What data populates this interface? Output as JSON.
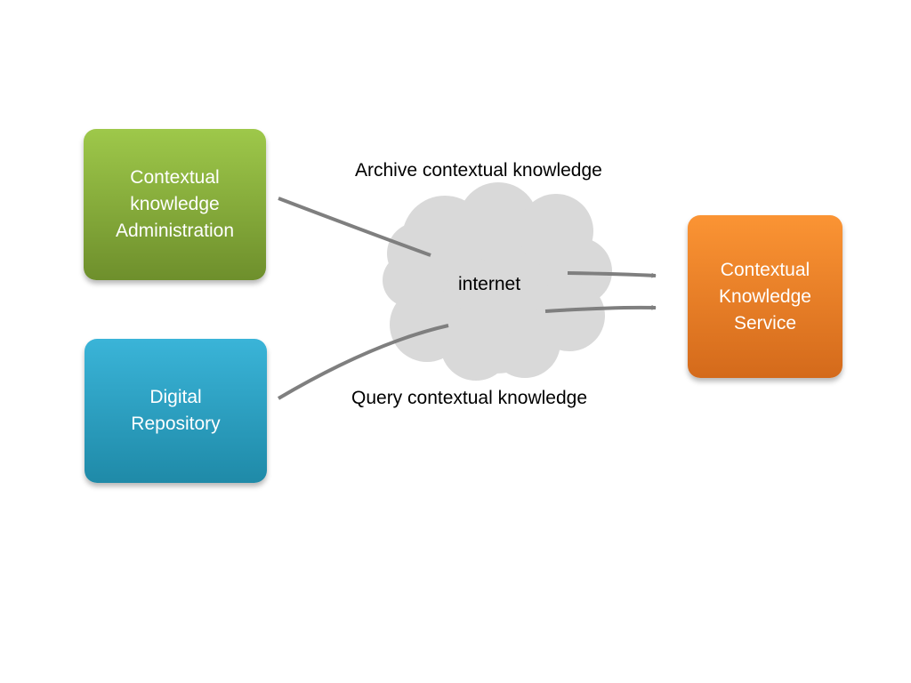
{
  "nodes": {
    "admin": {
      "lines": [
        "Contextual",
        "knowledge",
        "Administration"
      ],
      "color": "#8cb33f"
    },
    "repository": {
      "lines": [
        "Digital",
        "Repository"
      ],
      "color": "#2ea3c6"
    },
    "service": {
      "lines": [
        "Contextual",
        "Knowledge",
        "Service"
      ],
      "color": "#f0821f"
    }
  },
  "cloud": {
    "label": "internet",
    "color": "#d9d9d9"
  },
  "labels": {
    "archive": "Archive contextual knowledge",
    "query": "Query contextual knowledge"
  },
  "connector_color": "#7f7f7f"
}
